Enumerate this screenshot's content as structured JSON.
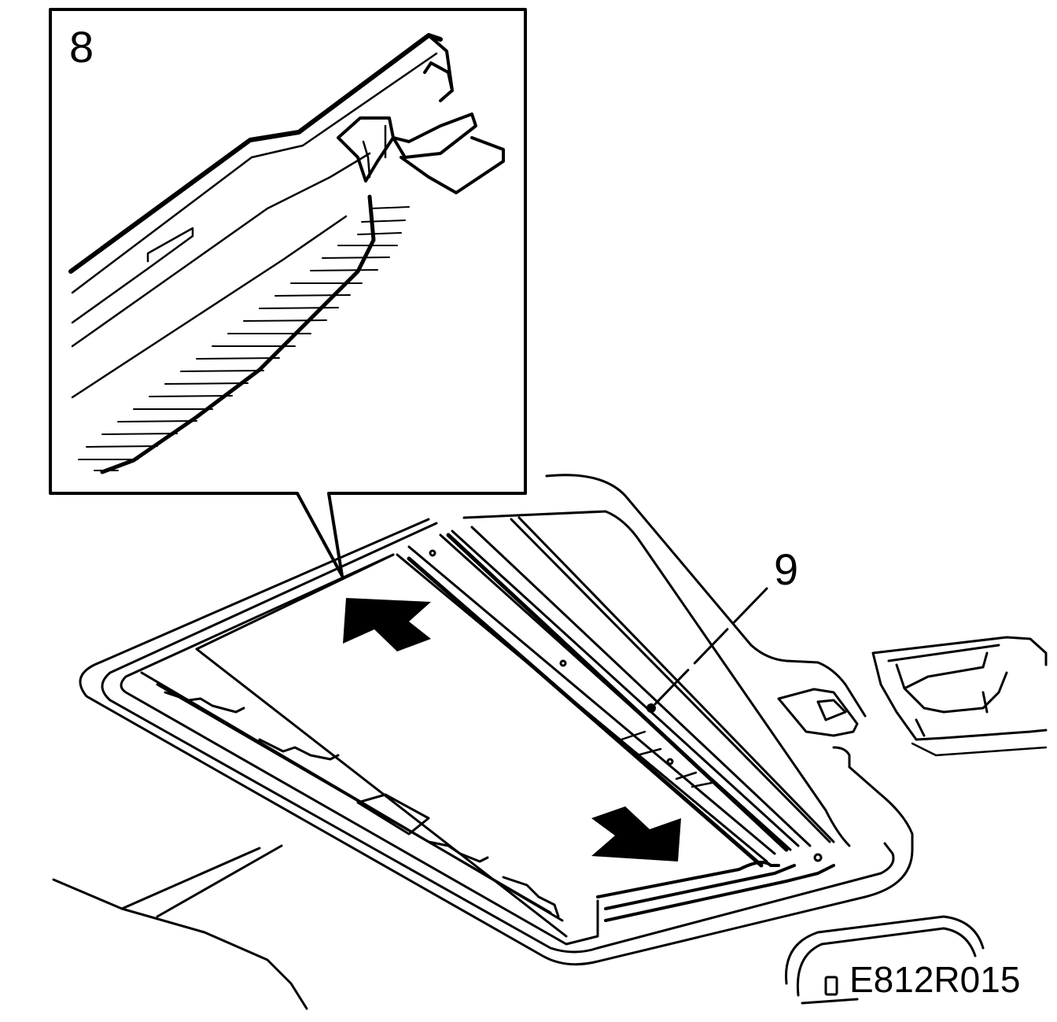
{
  "callouts": {
    "detail_number": "8",
    "part_number": "9"
  },
  "reference_code": "E812R015",
  "colors": {
    "ink": "#000000",
    "paper": "#ffffff"
  }
}
